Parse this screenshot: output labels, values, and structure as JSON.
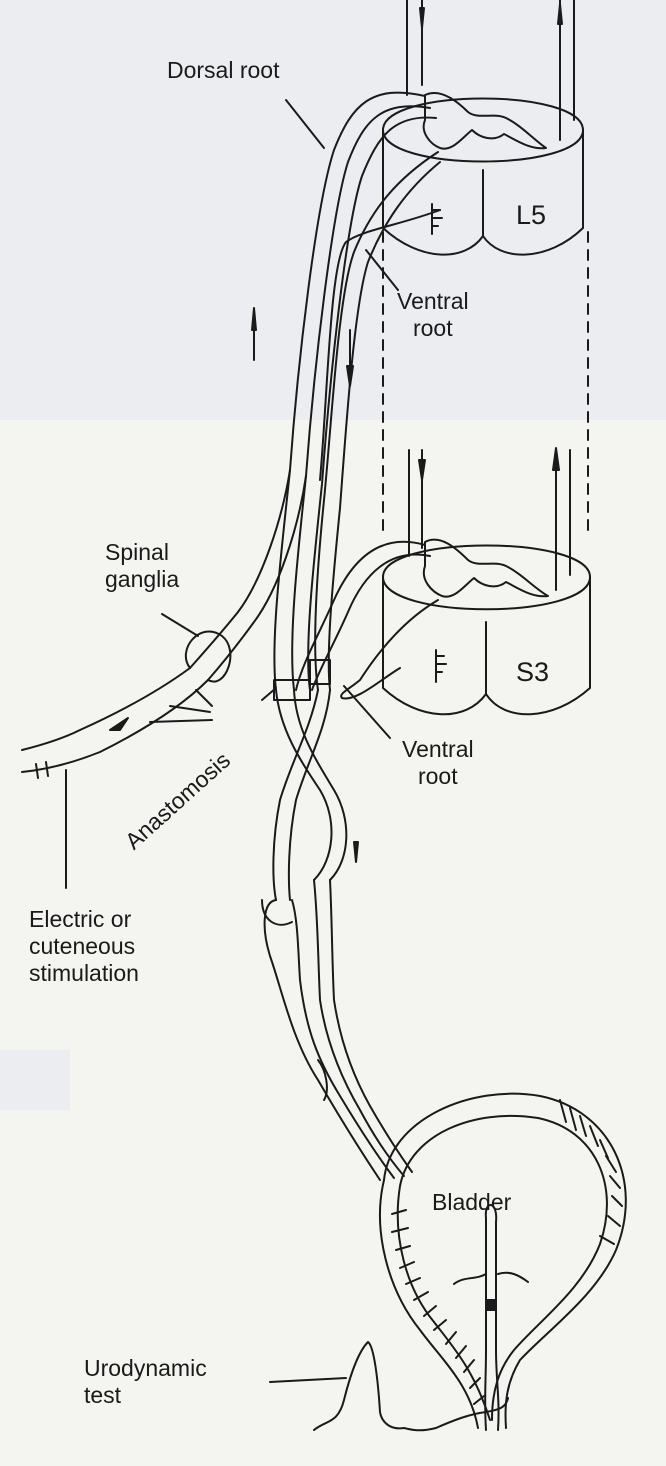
{
  "labels": {
    "dorsal_root": "Dorsal root",
    "l5": "L5",
    "ventral_root_upper": "Ventral\nroot",
    "spinal_ganglia": "Spinal\nganglia",
    "s3": "S3",
    "anastomosis": "Anastomosis",
    "ventral_root_lower": "Ventral\nroot",
    "stimulation": "Electric or\ncuteneous\nstimulation",
    "bladder": "Bladder",
    "urodynamic": "Urodynamic\ntest"
  },
  "colors": {
    "ink": "#1a1a1a",
    "paper": "#f4f4f1"
  }
}
